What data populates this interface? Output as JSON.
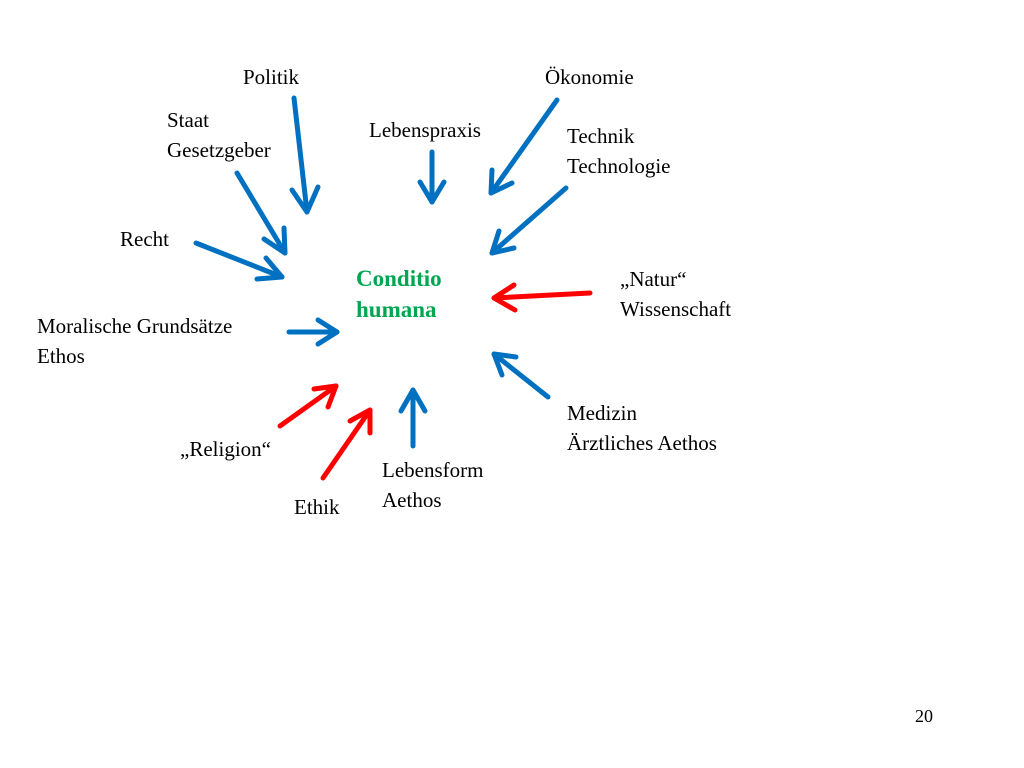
{
  "center": {
    "line1": "Conditio",
    "line2": "humana",
    "color": "#00a650"
  },
  "colors": {
    "influence": "#0070c0",
    "counter": "#ff0000"
  },
  "labels": {
    "politik": "Politik",
    "oekonomie": "Ökonomie",
    "staat": {
      "line1": "Staat",
      "line2": "Gesetzgeber"
    },
    "lebenspraxis": "Lebenspraxis",
    "technik": {
      "line1": "Technik",
      "line2": "Technologie"
    },
    "recht": "Recht",
    "natur": {
      "line1": "„Natur“",
      "line2": "Wissenschaft"
    },
    "moral": {
      "line1": "Moralische Grundsätze",
      "line2": "Ethos"
    },
    "medizin": {
      "line1": "Medizin",
      "line2": "Ärztliches Aethos"
    },
    "religion": "„Religion“",
    "lebensform": {
      "line1": "Lebensform",
      "line2": "Aethos"
    },
    "ethik": "Ethik"
  },
  "page_number": "20"
}
